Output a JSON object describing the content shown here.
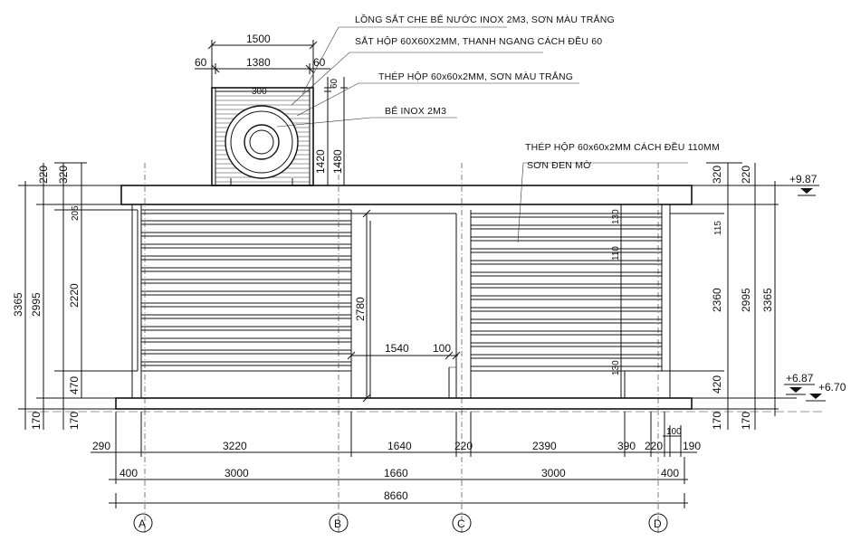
{
  "annotations": {
    "tank_cage": "LỒNG SẮT CHE BỂ NƯỚC INOX 2M3, SƠN MÀU TRẮNG",
    "tank_cage_2": "SẮT HỘP 60X60X2MM, THANH NGANG CÁCH ĐỀU 60",
    "steel_box": "THÉP HỘP 60x60x2MM, SƠN MÀU TRẮNG",
    "tank": "BỂ INOX 2M3",
    "louver_1": "THÉP HỘP 60x60x2MM CÁCH ĐỀU 110MM",
    "louver_2": "SƠN ĐEN MỜ"
  },
  "levels": {
    "top": "+9.87",
    "floor": "+6.87",
    "ground": "+6.70"
  },
  "tank_dims": {
    "w1500": "1500",
    "w60a": "60",
    "w1380": "1380",
    "w60b": "60",
    "h60": "60",
    "r300": "300",
    "h1420": "1420",
    "h1480": "1480"
  },
  "left_dims": {
    "d220": "220",
    "d320": "320",
    "d205": "205",
    "d3365": "3365",
    "d2995": "2995",
    "d2220": "2220",
    "d470": "470",
    "d170a": "170",
    "d170b": "170"
  },
  "right_dims": {
    "d320": "320",
    "d220": "220",
    "d115": "115",
    "d2360": "2360",
    "d2995": "2995",
    "d3365": "3365",
    "d420": "420",
    "d170a": "170",
    "d170b": "170"
  },
  "inner_dims": {
    "d2780": "2780",
    "d1540": "1540",
    "d100": "100",
    "d130a": "130",
    "d110": "110",
    "d130b": "130"
  },
  "bottom_row1": [
    "290",
    "3220",
    "1640",
    "220",
    "2390",
    "390",
    "220",
    "100",
    "190"
  ],
  "bottom_row2": [
    "400",
    "3000",
    "1660",
    "3000",
    "400"
  ],
  "total": "8660",
  "grid": [
    "A",
    "B",
    "C",
    "D"
  ]
}
